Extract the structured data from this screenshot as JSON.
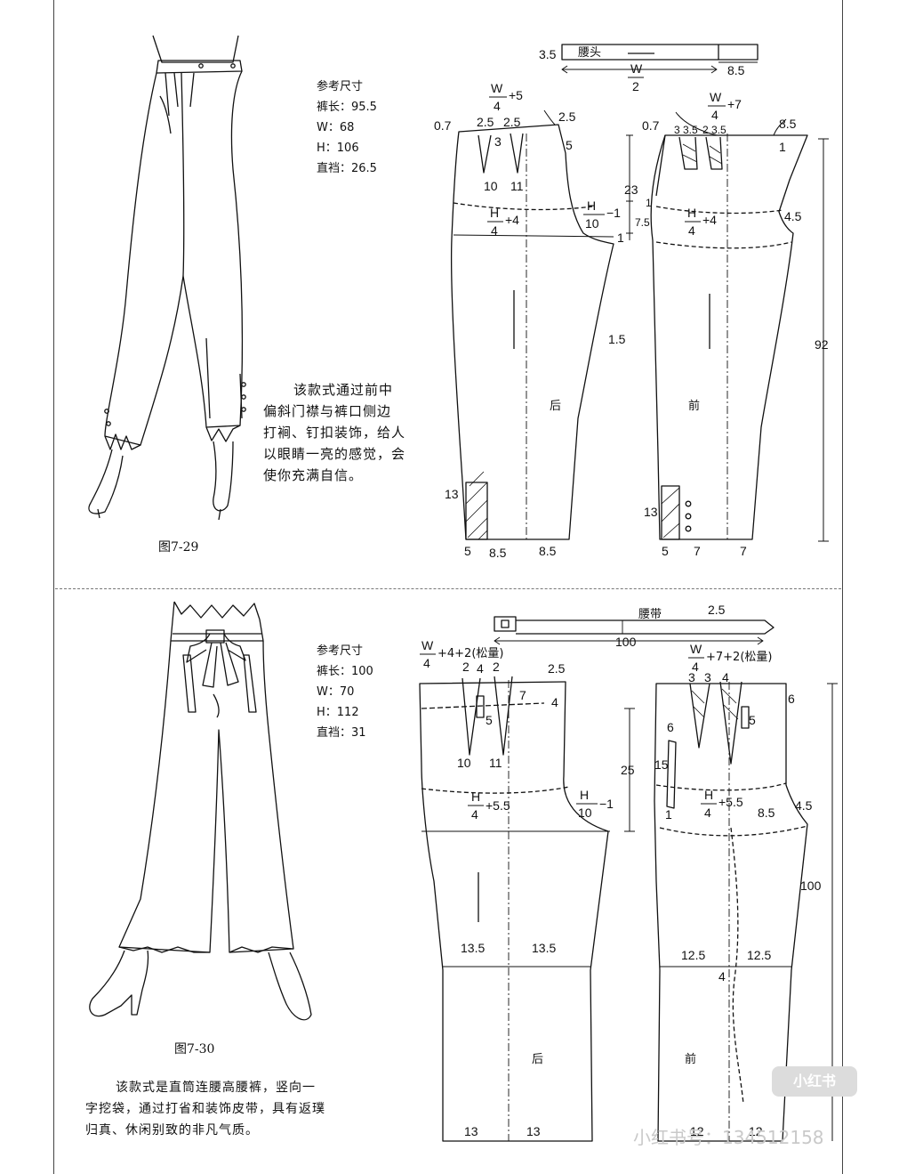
{
  "figure1": {
    "caption": "图7-29",
    "ref_title": "参考尺寸",
    "ref_items": [
      "裤长：95.5",
      "W：68",
      "H：106",
      "直裆：26.5"
    ],
    "description_lines": [
      "该款式通过前中",
      "偏斜门襟与裤口侧边",
      "打裥、钉扣装饰，给人",
      "以眼睛一亮的感觉，会",
      "使你充满自信。"
    ],
    "waistband": {
      "left_label": "3.5",
      "text": "腰头",
      "frac_num": "W",
      "frac_den": "2",
      "right_label": "8.5"
    },
    "back": {
      "panel_label": "后",
      "top_frac_num": "W",
      "top_frac_den": "4",
      "top_suffix": "+5",
      "left_label": "0.7",
      "dart_gap_1": "2.5",
      "dart_gap_2": "2.5",
      "dart_width": "3",
      "right_top_label": "2.5",
      "side_label": "5",
      "dart_len_1": "10",
      "dart_len_2": "11",
      "hip_frac_num": "H",
      "hip_frac_den": "4",
      "hip_suffix": "+4",
      "crotch_frac_num": "H",
      "crotch_frac_den": "10",
      "crotch_suffix": "−1",
      "rise_label": "23",
      "crotch_extra": "1",
      "inseam_label": "1.5",
      "hem_height": "13",
      "hem_left": "5",
      "hem_mid_1": "8.5",
      "hem_mid_2": "8.5"
    },
    "front": {
      "panel_label": "前",
      "top_frac_num": "W",
      "top_frac_den": "4",
      "top_suffix": "+7",
      "left_label": "0.7",
      "pleats": [
        "3",
        "3.5",
        "2",
        "3.5"
      ],
      "right_top_label": "8.5",
      "hip_frac_num": "H",
      "hip_frac_den": "4",
      "hip_suffix": "+4",
      "side_label": "4.5",
      "left_small_1": "1",
      "left_small_2": "7.5",
      "right_small": "1",
      "length_label": "92",
      "hem_height": "13",
      "hem_left": "5",
      "hem_mid_1": "7",
      "hem_mid_2": "7"
    }
  },
  "figure2": {
    "caption": "图7-30",
    "ref_title": "参考尺寸",
    "ref_items": [
      "裤长：100",
      "W：70",
      "H：112",
      "直裆：31"
    ],
    "description_lines": [
      "该款式是直筒连腰高腰裤，竖向一",
      "字挖袋，通过打省和装饰皮带，具有返璞",
      "归真、休闲别致的非凡气质。"
    ],
    "belt": {
      "text": "腰带",
      "width_label": "2.5",
      "length_label": "100"
    },
    "back": {
      "panel_label": "后",
      "top_frac_num": "W",
      "top_frac_den": "4",
      "top_suffix": "+4+2(松量)",
      "dart_gaps": [
        "2",
        "4",
        "2"
      ],
      "right_top_label": "2.5",
      "pocket_label": "7",
      "side_label": "4",
      "pocket_height": "5",
      "dart_len_1": "10",
      "dart_len_2": "11",
      "rise_label": "25",
      "hip_frac_num": "H",
      "hip_frac_den": "4",
      "hip_suffix": "+5.5",
      "crotch_frac_num": "H",
      "crotch_frac_den": "10",
      "crotch_suffix": "−1",
      "knee_1": "13.5",
      "knee_2": "13.5",
      "hem_1": "13",
      "hem_2": "13"
    },
    "front": {
      "panel_label": "前",
      "top_frac_num": "W",
      "top_frac_den": "4",
      "top_suffix": "+7+2(松量)",
      "dart_gaps": [
        "3",
        "3",
        "4"
      ],
      "right_top_label": "6",
      "pocket_top": "6",
      "pocket_len": "15",
      "pocket_bottom": "1",
      "belt_loop": "5",
      "hip_frac_num": "H",
      "hip_frac_den": "4",
      "hip_suffix": "+5.5",
      "crotch_label": "8.5",
      "side_label": "4.5",
      "length_label": "100",
      "knee_1": "12.5",
      "knee_2": "12.5",
      "mid_label": "4",
      "hem_1": "12",
      "hem_2": "12"
    }
  },
  "watermark": {
    "logo": "小红书",
    "text": "小红书号：134512158"
  }
}
